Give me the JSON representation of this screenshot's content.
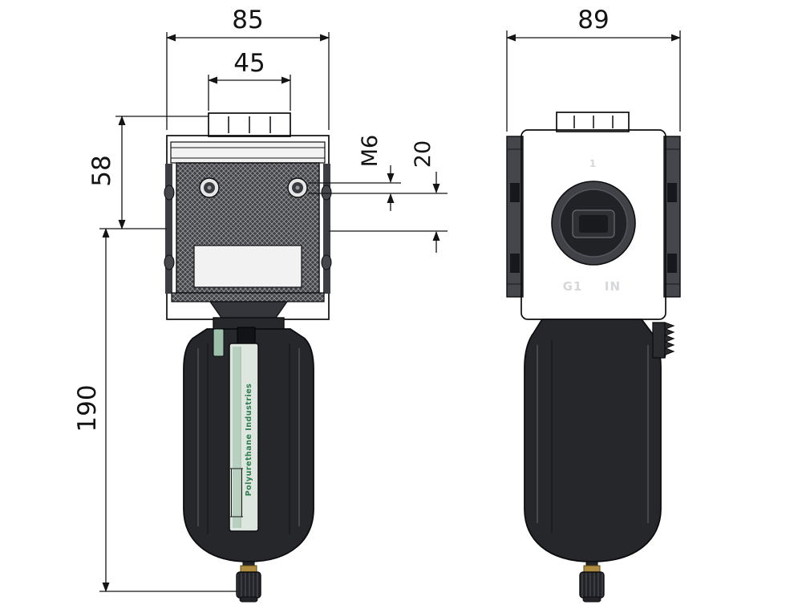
{
  "drawing": {
    "front_view": {
      "dim_width": "85",
      "dim_top_boss": "45",
      "dim_head_height": "58",
      "dim_body_height": "190",
      "dim_thread": "M6",
      "dim_thread_depth": "20",
      "bowl_text": "Polyurethane Industries"
    },
    "side_view": {
      "dim_width": "89",
      "top_mark": "1",
      "port_label": "G1",
      "port_direction": "IN"
    },
    "colors": {
      "line": "#141414",
      "body_dark": "#2b2c30",
      "body_darker": "#26272b",
      "metal_light": "#45474d",
      "hatch": "#9a9a9a",
      "white_panel": "#f2f2f2",
      "sight_glass": "#dde7e0",
      "element_green": "#b7d0bf",
      "clip_green": "#9cc0aa",
      "brass": "#b08d3e",
      "label_text": "#d6d7da",
      "bowl_text_green": "#2e7d4f"
    }
  }
}
